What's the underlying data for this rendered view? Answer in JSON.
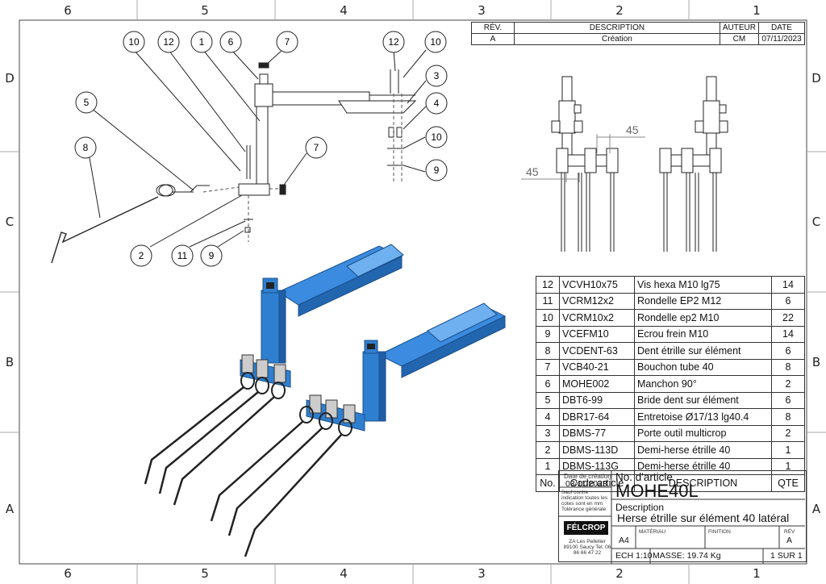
{
  "sheet": {
    "col_labels": [
      "6",
      "5",
      "4",
      "3",
      "2",
      "1"
    ],
    "row_labels": [
      "D",
      "C",
      "B",
      "A"
    ]
  },
  "revision_table": {
    "headers": [
      "RÉV.",
      "DESCRIPTION",
      "AUTEUR",
      "DATE"
    ],
    "rows": [
      [
        "A",
        "Création",
        "CM",
        "07/11/2023"
      ]
    ]
  },
  "balloons": [
    "10",
    "12",
    "1",
    "6",
    "7",
    "12",
    "10",
    "3",
    "4",
    "10",
    "9",
    "5",
    "8",
    "7",
    "2",
    "11",
    "9"
  ],
  "dimensions": [
    "45",
    "45"
  ],
  "bom": {
    "headers": [
      "No.",
      "Code article",
      "DESCRIPTION",
      "QTE"
    ],
    "rows": [
      [
        "12",
        "VCVH10x75",
        "Vis hexa M10 lg75",
        "14"
      ],
      [
        "11",
        "VCRM12x2",
        "Rondelle EP2 M12",
        "6"
      ],
      [
        "10",
        "VCRM10x2",
        "Rondelle ep2 M10",
        "22"
      ],
      [
        "9",
        "VCEFM10",
        "Ecrou frein M10",
        "14"
      ],
      [
        "8",
        "VCDENT-63",
        "Dent étrille sur élément",
        "6"
      ],
      [
        "7",
        "VCB40-21",
        "Bouchon tube 40",
        "8"
      ],
      [
        "6",
        "MOHE002",
        "Manchon 90°",
        "2"
      ],
      [
        "5",
        "DBT6-99",
        "Bride dent sur élément",
        "6"
      ],
      [
        "4",
        "DBR17-64",
        "Entretoise Ø17/13 lg40.4",
        "8"
      ],
      [
        "3",
        "DBMS-77",
        "Porte outil multicrop",
        "2"
      ],
      [
        "2",
        "DBMS-113D",
        "Demi-herse étrille 40",
        "1"
      ],
      [
        "1",
        "DBMS-113G",
        "Demi-herse étrille 40",
        "1"
      ]
    ]
  },
  "title_block": {
    "date_label": "Date de création",
    "date_value": "03/11/2023",
    "note": "Sauf contre indication toutes les cotes sont en mm Tolérance générale",
    "article_label": "No. d'article",
    "article_value": "MOHE40L",
    "description_label": "Description",
    "description_value": "Herse étrille sur élément 40 latéral",
    "logo": "FÉLCROP",
    "address": "ZA Les Pelletier 89100 Saucy Tel: 06 86 66 47 22",
    "format": "A4",
    "material_label": "MATÉRIAU",
    "finish_label": "FINITION",
    "rev_label": "RÉV",
    "rev_value": "A",
    "scale": "ECH 1:10",
    "mass": "MASSE: 19.74 Kg",
    "sheet": "1 SUR 1"
  },
  "colors": {
    "part_blue": "#2f7fd1",
    "line": "#222222",
    "grey": "#888888"
  }
}
